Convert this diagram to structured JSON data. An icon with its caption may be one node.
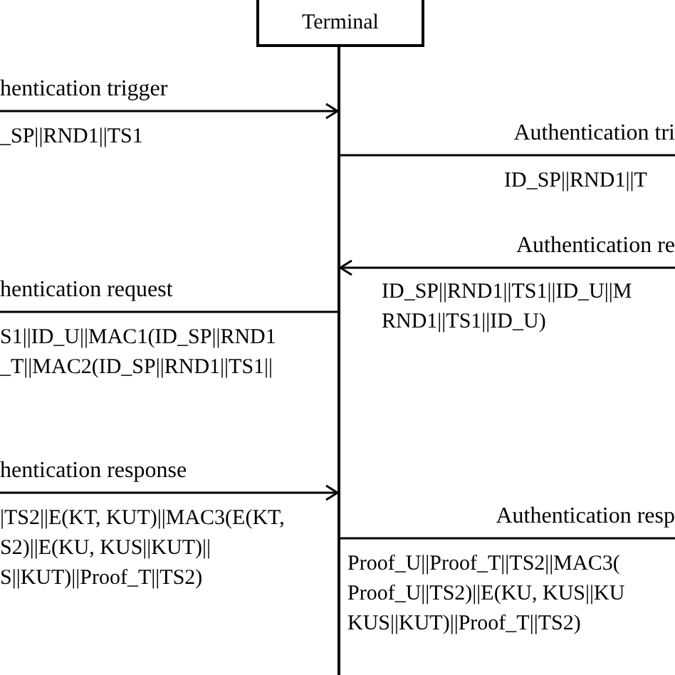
{
  "diagram": {
    "nodes": [
      {
        "text": [
          "Terminal"
        ]
      },
      {
        "text": [],
        "shape": "bar"
      }
    ],
    "edges": [
      {
        "from": null,
        "to": 1,
        "arrow": "to",
        "label": "hentication trigger"
      },
      {
        "from": 1,
        "to": null,
        "arrow": "none",
        "label": "Authentication tri"
      },
      {
        "from": null,
        "to": 1,
        "arrow": "to",
        "label": "Authentication re"
      },
      {
        "from": 1,
        "to": null,
        "arrow": "none",
        "label": "hentication request"
      },
      {
        "from": null,
        "to": 1,
        "arrow": "to",
        "label": "hentication response"
      },
      {
        "from": 1,
        "to": null,
        "arrow": "none",
        "label": "Authentication resp"
      }
    ],
    "labels": [
      "_SP||RND1||TS1",
      "ID_SP||RND1||T",
      "ID_SP||RND1||TS1||ID_U||M RND1||TS1||ID_U)",
      "S1||ID_U||MAC1(ID_SP||RND1 _T||MAC2(ID_SP||RND1||TS1||",
      "|TS2||E(KT, KUT)||MAC3(E(KT, S2)||E(KU, KUS||KUT)|| S||KUT)||Proof_T||TS2)",
      "Proof_U||Proof_T||TS2||MAC3( Proof_U||TS2)||E(KU, KUS||KU KUS||KUT)||Proof_T||TS2)"
    ]
  }
}
